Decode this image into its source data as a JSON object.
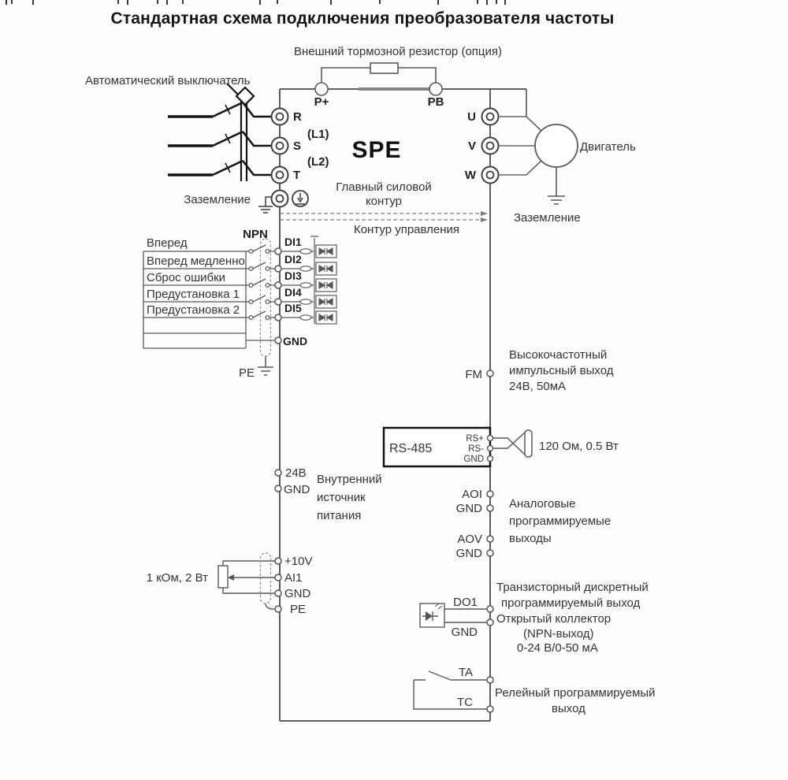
{
  "title": "Стандартная схема подключения преобразователя частоты",
  "top_section": {
    "brake_resistor_label": "Внешний тормозной резистор (опция)",
    "breaker_label": "Автоматический выключатель",
    "p_plus": "P+",
    "pb": "PB",
    "r": "R",
    "s": "S",
    "t": "T",
    "l1": "(L1)",
    "l2": "(L2)",
    "device": "SPE",
    "u": "U",
    "v": "V",
    "w": "W",
    "motor": "Двигатель",
    "ground_left": "Заземление",
    "ground_right": "Заземление",
    "main_circuit_1": "Главный силовой",
    "main_circuit_2": "контур",
    "control_circuit": "Контур управления"
  },
  "digital_inputs": {
    "npn": "NPN",
    "rows": [
      {
        "label": "Вперед",
        "terminal": "DI1"
      },
      {
        "label": "Вперед медленно",
        "terminal": "DI2"
      },
      {
        "label": "Сброс ошибки",
        "terminal": "DI3"
      },
      {
        "label": "Предустановка 1",
        "terminal": "DI4"
      },
      {
        "label": "Предустановка 2",
        "terminal": "DI5"
      }
    ],
    "gnd": "GND",
    "pe": "PE"
  },
  "power_supply": {
    "v24": "24В",
    "gnd": "GND",
    "line1": "Внутренний",
    "line2": "источник",
    "line3": "питания"
  },
  "analog_input": {
    "pot_label": "1 кОм, 2 Вт",
    "v10": "+10V",
    "ai1": "AI1",
    "gnd": "GND",
    "pe": "PE"
  },
  "fm_output": {
    "terminal": "FM",
    "line1": "Высокочастотный",
    "line2": "импульсный выход",
    "line3": "24В, 50мА"
  },
  "rs485": {
    "label": "RS-485",
    "rs_plus": "RS+",
    "rs_minus": "RS-",
    "gnd": "GND",
    "terminator": "120 Ом, 0.5 Вт"
  },
  "analog_outputs": {
    "aoi": "AOI",
    "gnd1": "GND",
    "aov": "AOV",
    "gnd2": "GND",
    "line1": "Аналоговые",
    "line2": "программируемые",
    "line3": "выходы"
  },
  "transistor_output": {
    "do1": "DO1",
    "gnd": "GND",
    "line1": "Транзисторный дискретный",
    "line2": "программируемый выход",
    "line3": "Открытый коллектор",
    "line4": "(NPN-выход)",
    "line5": "0-24 В/0-50 мА"
  },
  "relay_output": {
    "ta": "TA",
    "tc": "TC",
    "line1": "Релейный программируемый",
    "line2": "выход"
  },
  "colors": {
    "wire": "#5a5a5a",
    "power_wire": "#3d3d3d",
    "breaker": "#111111",
    "dashed": "#7a7a7a",
    "text": "#343434"
  }
}
